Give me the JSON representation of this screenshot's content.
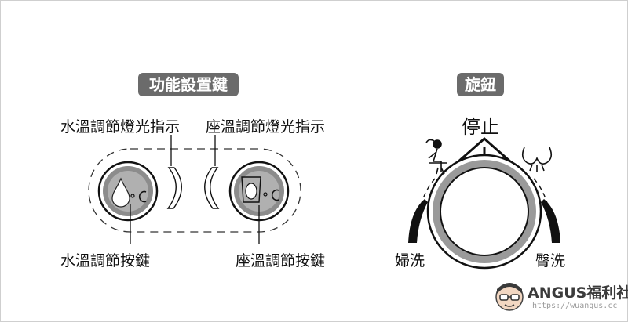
{
  "sections": {
    "function_keys_title": "功能設置鍵",
    "knob_title": "旋鈕"
  },
  "labels": {
    "water_temp_indicator": "水溫調節燈光指示",
    "seat_temp_indicator": "座溫調節燈光指示",
    "water_temp_button": "水溫調節按鍵",
    "seat_temp_button": "座溫調節按鍵"
  },
  "knob": {
    "stop": "停止",
    "bidet": "婦洗",
    "rear_wash": "臀洗"
  },
  "watermark": {
    "brand": "ANGUS福利社",
    "url": "https://wuangus.cc"
  },
  "colors": {
    "title_bg": "#6b6b6b",
    "button_ring": "#8c8c8c",
    "button_inner": "#b0b0b0",
    "arc_dark": "#111111"
  }
}
